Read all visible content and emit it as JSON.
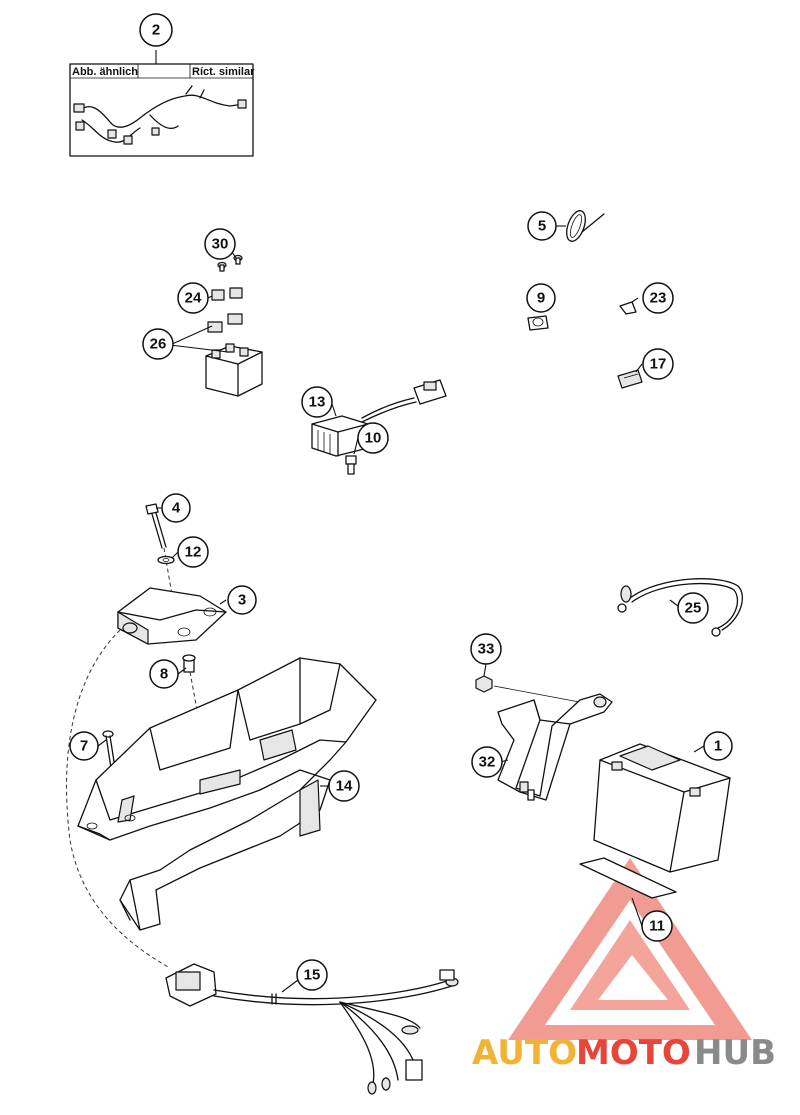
{
  "callouts": [
    {
      "id": "c2",
      "label": "2"
    },
    {
      "id": "c30",
      "label": "30"
    },
    {
      "id": "c24",
      "label": "24"
    },
    {
      "id": "c26",
      "label": "26"
    },
    {
      "id": "c5",
      "label": "5"
    },
    {
      "id": "c9",
      "label": "9"
    },
    {
      "id": "c23",
      "label": "23"
    },
    {
      "id": "c17",
      "label": "17"
    },
    {
      "id": "c13",
      "label": "13"
    },
    {
      "id": "c10",
      "label": "10"
    },
    {
      "id": "c4",
      "label": "4"
    },
    {
      "id": "c12",
      "label": "12"
    },
    {
      "id": "c3",
      "label": "3"
    },
    {
      "id": "c8",
      "label": "8"
    },
    {
      "id": "c7",
      "label": "7"
    },
    {
      "id": "c14",
      "label": "14"
    },
    {
      "id": "c25",
      "label": "25"
    },
    {
      "id": "c33",
      "label": "33"
    },
    {
      "id": "c32",
      "label": "32"
    },
    {
      "id": "c1",
      "label": "1"
    },
    {
      "id": "c11",
      "label": "11"
    },
    {
      "id": "c15",
      "label": "15"
    }
  ],
  "inset": {
    "left_label": "Abb. ähnlich",
    "right_label": "Ríct. similar"
  },
  "watermark": {
    "part_auto": "AUTO",
    "part_moto": "MOTO",
    "part_hub": "HUB",
    "color_auto": "#f2b233",
    "color_moto": "#e8443a",
    "color_hub": "#8a8a8a",
    "triangle_color": "#e84a3a"
  }
}
